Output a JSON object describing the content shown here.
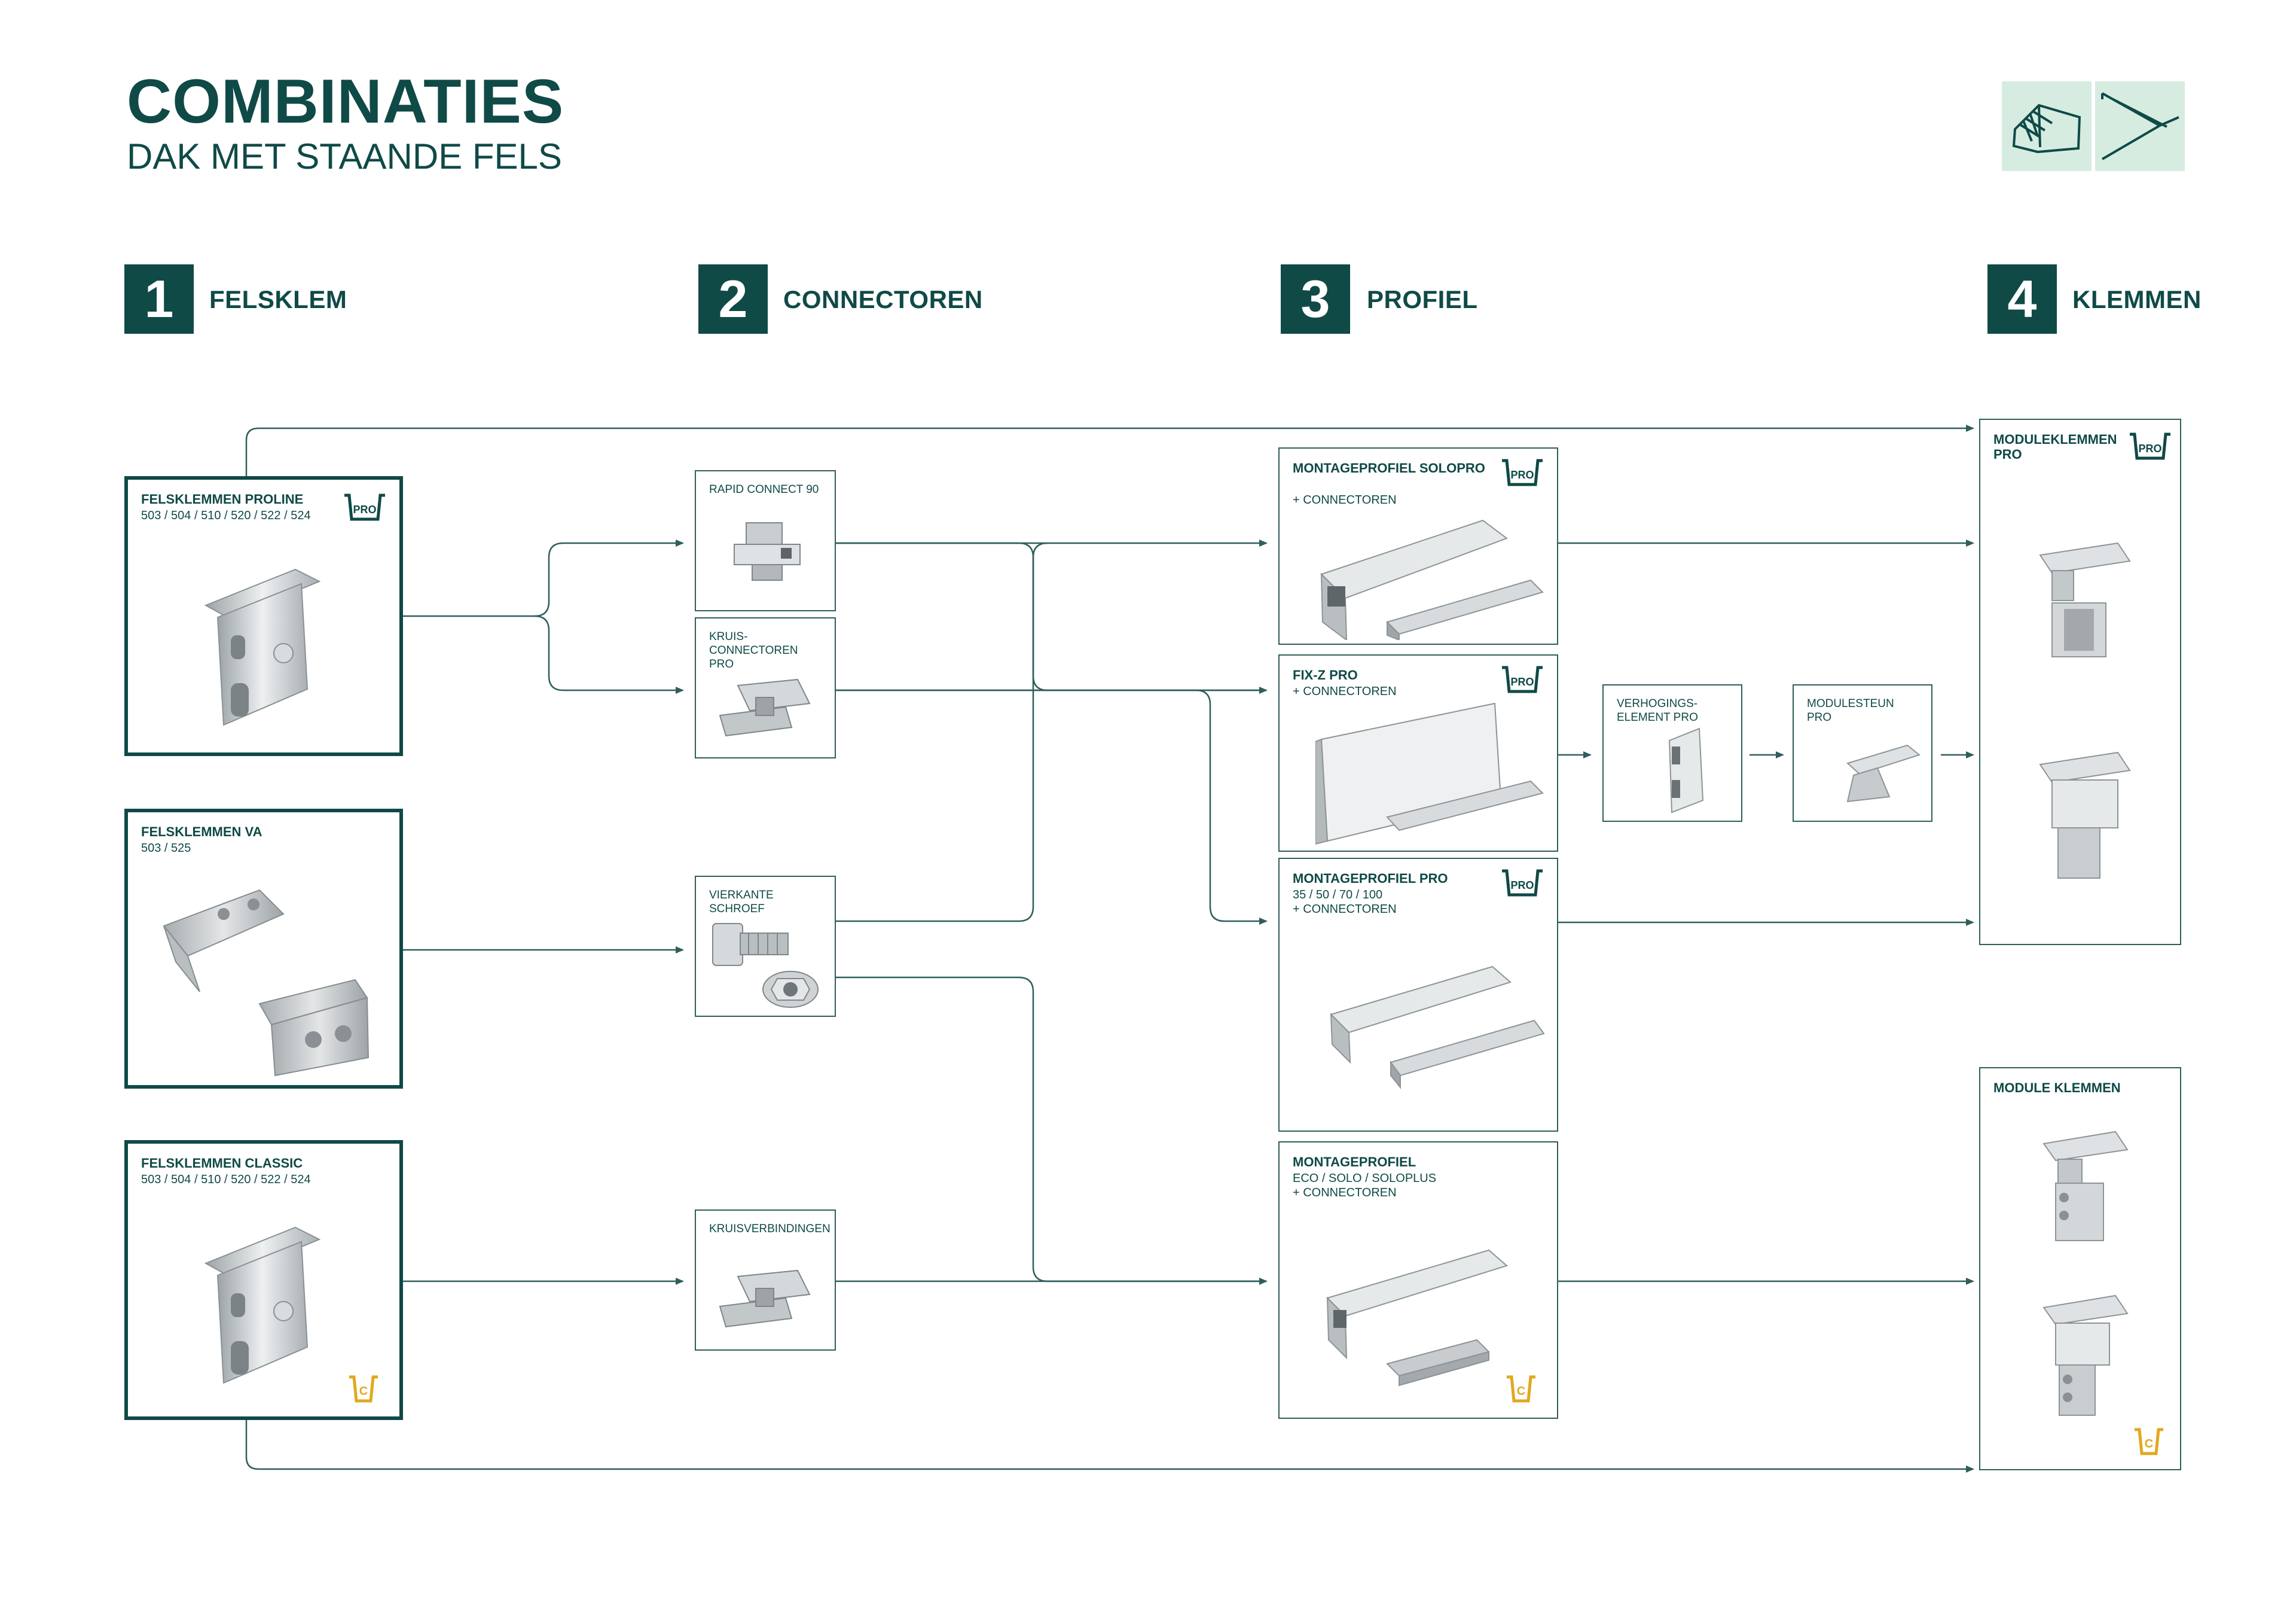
{
  "header": {
    "title": "COMBINATIES",
    "subtitle": "DAK MET STAANDE FELS",
    "icons": [
      "roof-solar-icon",
      "seam-roof-icon"
    ]
  },
  "steps": [
    {
      "number": "1",
      "label": "FELSKLEM"
    },
    {
      "number": "2",
      "label": "CONNECTOREN"
    },
    {
      "number": "3",
      "label": "PROFIEL"
    },
    {
      "number": "4",
      "label": "KLEMMEN"
    }
  ],
  "felsklemmen": [
    {
      "title": "FELSKLEMMEN PROLINE",
      "sub": "503 / 504 / 510 / 520 / 522 / 524",
      "badge": "PRO"
    },
    {
      "title": "FELSKLEMMEN VA",
      "sub": "503 / 525",
      "badge": ""
    },
    {
      "title": "FELSKLEMMEN CLASSIC",
      "sub": "503 / 504 / 510 / 520 / 522 / 524",
      "badge": "C"
    }
  ],
  "connectoren": [
    {
      "title": "RAPID CONNECT 90"
    },
    {
      "title": "KRUIS-CONNECTOREN PRO"
    },
    {
      "title": "VIERKANTE SCHROEF"
    },
    {
      "title": "KRUISVERBINDINGEN"
    }
  ],
  "profielen": [
    {
      "title": "MONTAGEPROFIEL SOLOPRO",
      "sub": "+ CONNECTOREN",
      "badge": "PRO"
    },
    {
      "title": "FIX-Z PRO",
      "sub": "+ CONNECTOREN",
      "badge": "PRO"
    },
    {
      "title": "MONTAGEPROFIEL PRO",
      "sub": "35 / 50 / 70 / 100\n+ CONNECTOREN",
      "badge": "PRO"
    },
    {
      "title": "MONTAGEPROFIEL",
      "sub": "ECO / SOLO / SOLOPLUS\n+ CONNECTOREN",
      "badge": "C"
    }
  ],
  "extras": [
    {
      "title": "VERHOGINGS-ELEMENT PRO"
    },
    {
      "title": "MODULESTEUN PRO"
    }
  ],
  "klemmen": [
    {
      "title": "MODULEKLEMMEN PRO",
      "badge": "PRO"
    },
    {
      "title": "MODULE KLEMMEN",
      "badge": "C"
    }
  ],
  "badges": {
    "pro_text": "PRO",
    "c_text": "C"
  },
  "colors": {
    "primary": "#0f4a47",
    "line": "#2f5e5b",
    "tile": "#d6ece1",
    "classic": "#e2a81e",
    "metal": "#c9cdd0"
  }
}
